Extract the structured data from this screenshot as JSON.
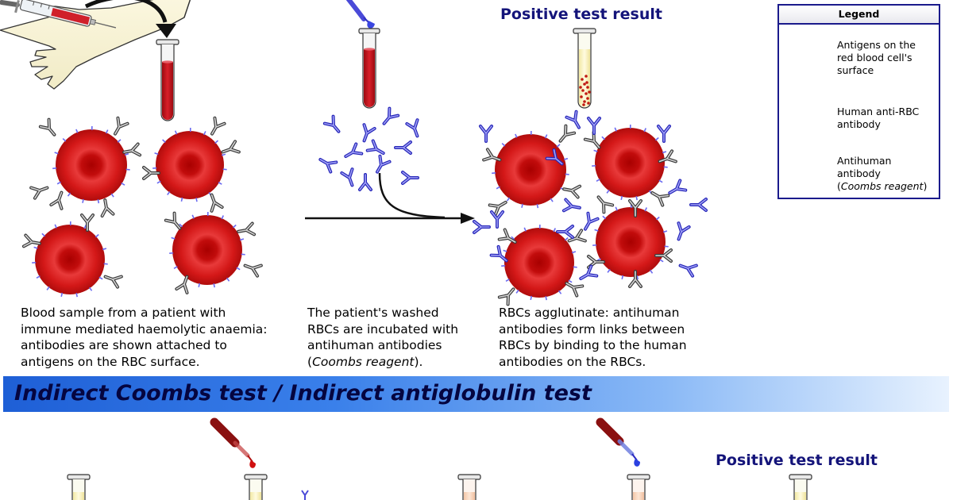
{
  "direct": {
    "result_title": "Positive test result",
    "captions": {
      "step1": [
        "Blood sample from a patient with",
        "immune mediated haemolytic anaemia:",
        "antibodies are shown attached to",
        "antigens on the RBC surface."
      ],
      "step2": {
        "lines": [
          "The patient's washed",
          "RBCs are incubated with",
          "antihuman antibodies"
        ],
        "open": "(",
        "italic": "Coombs reagent",
        "close": ")."
      },
      "step3": [
        "RBCs agglutinate: antihuman",
        "antibodies form links between",
        "RBCs by binding to the human",
        "antibodies on the RBCs."
      ]
    }
  },
  "legend": {
    "title": "Legend",
    "items": [
      {
        "lines": [
          "Antigens on the",
          "red blood cell's",
          "surface"
        ]
      },
      {
        "lines": [
          "Human anti-RBC",
          "antibody"
        ]
      },
      {
        "lines": [
          "Antihuman",
          "antibody"
        ],
        "open": "(",
        "italic": "Coombs reagent",
        "close": ")"
      }
    ]
  },
  "indirect": {
    "banner_title": "Indirect Coombs test / Indirect antiglobulin test",
    "result_title": "Positive test result"
  },
  "colors": {
    "rbc": "#d01818",
    "human_antibody": "#9a9a9a",
    "antihuman_antibody": "#5a5ae6",
    "antigen": "#6a6af0",
    "title_navy": "#14147a",
    "legend_border": "#1a1a8c"
  }
}
